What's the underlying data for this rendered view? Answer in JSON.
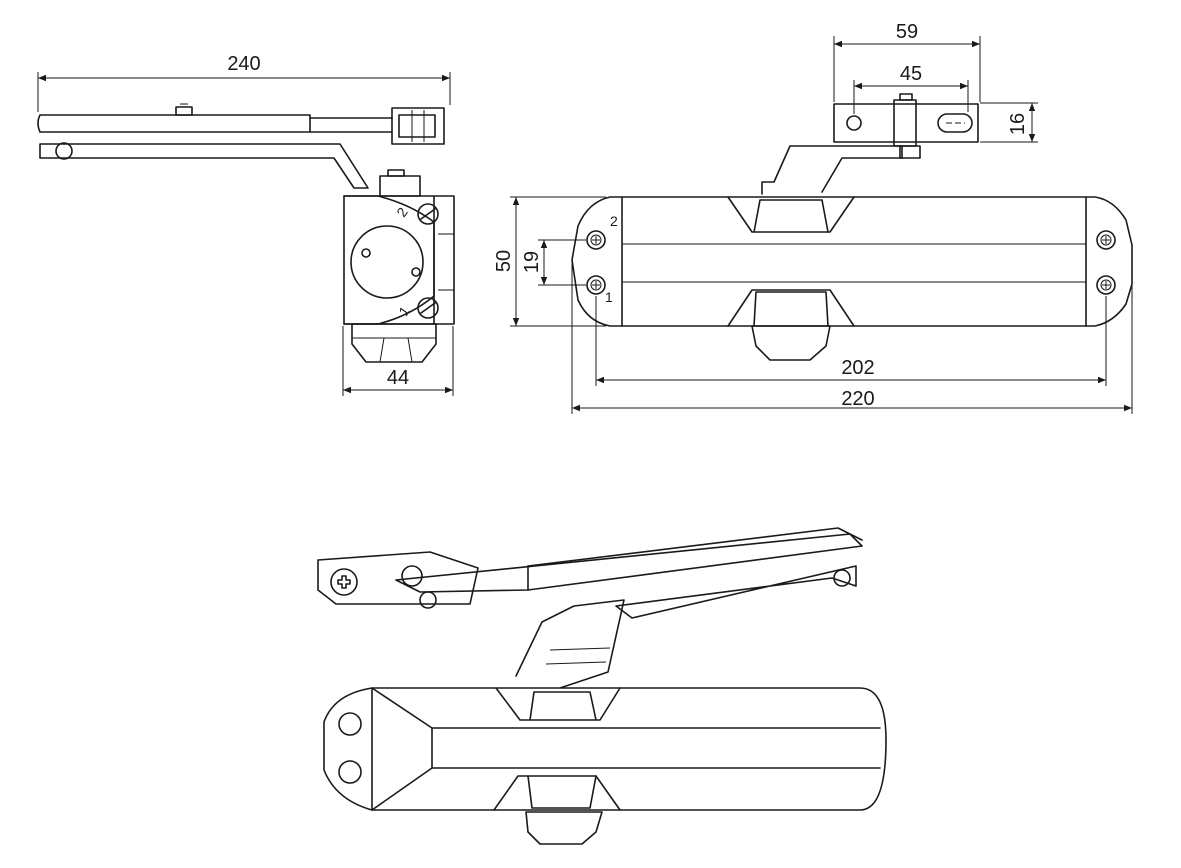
{
  "dimensions": {
    "arm_length": "240",
    "body_depth": "44",
    "shoe_width": "59",
    "shoe_hole_spacing": "45",
    "shoe_height": "16",
    "body_height": "50",
    "mount_hole_vertical": "19",
    "mount_hole_horizontal": "202",
    "body_length": "220"
  },
  "valve_labels": {
    "valve_1": "1",
    "valve_2": "2"
  },
  "colors": {
    "line": "#1a1a1a",
    "background": "#ffffff"
  }
}
